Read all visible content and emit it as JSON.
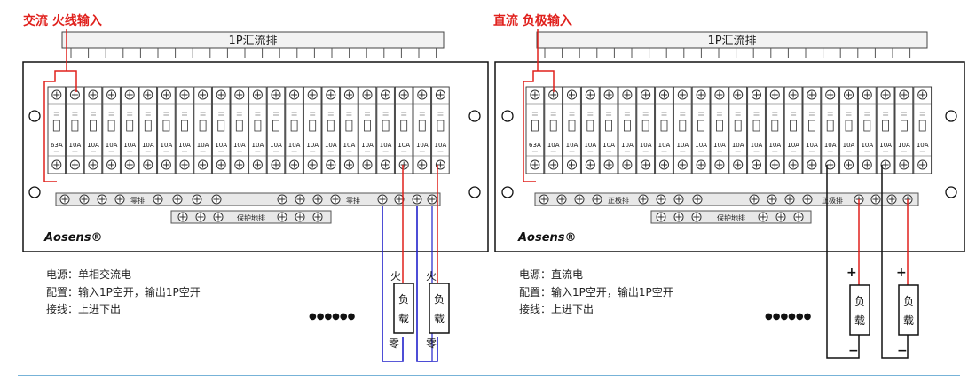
{
  "left_panel": {
    "input_label": "交流 火线输入",
    "busbar_label": "1P汇流排",
    "breakers": [
      "63A",
      "10A",
      "10A",
      "10A",
      "10A",
      "10A",
      "10A",
      "10A",
      "10A",
      "10A",
      "10A",
      "10A",
      "10A",
      "10A",
      "10A",
      "10A",
      "10A",
      "10A",
      "10A",
      "10A",
      "10A",
      "10A"
    ],
    "neutral_bar_label": "零排",
    "neutral_bar_label_2": "零排",
    "ground_bar_label": "保护地排",
    "brand": "Aosens®",
    "info": {
      "power": "电源：单相交流电",
      "config": "配置：输入1P空开，输出1P空开",
      "wiring": "接线：上进下出"
    },
    "ellipsis": "●●●●●●",
    "loads": [
      {
        "live": "火",
        "char1": "负",
        "char2": "载",
        "neutral": "零"
      },
      {
        "live": "火",
        "char1": "负",
        "char2": "载",
        "neutral": "零"
      }
    ]
  },
  "right_panel": {
    "input_label": "直流 负极输入",
    "busbar_label": "1P汇流排",
    "breakers": [
      "63A",
      "10A",
      "10A",
      "10A",
      "10A",
      "10A",
      "10A",
      "10A",
      "10A",
      "10A",
      "10A",
      "10A",
      "10A",
      "10A",
      "10A",
      "10A",
      "10A",
      "10A",
      "10A",
      "10A",
      "10A",
      "10A"
    ],
    "positive_bar_label": "正极排",
    "positive_bar_label_2": "正极排",
    "ground_bar_label": "保护地排",
    "brand": "Aosens®",
    "info": {
      "power": "电源：直流电",
      "config": "配置：输入1P空开，输出1P空开",
      "wiring": "接线：上进下出"
    },
    "ellipsis": "●●●●●●",
    "loads": [
      {
        "plus": "+",
        "char1": "负",
        "char2": "载",
        "minus": "−"
      },
      {
        "plus": "+",
        "char1": "负",
        "char2": "载",
        "minus": "−"
      }
    ]
  },
  "colors": {
    "red": "#e0201c",
    "blue": "#2222cc",
    "black": "#111111",
    "line": "#333333",
    "bar": "#e8e8e8",
    "rule": "#4a9acb"
  }
}
